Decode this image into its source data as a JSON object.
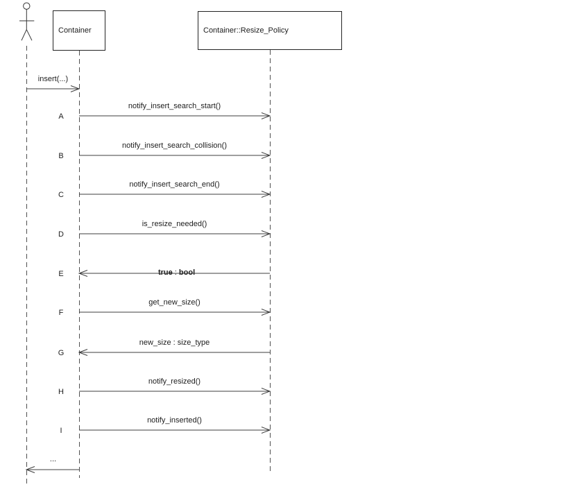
{
  "diagram_type": "uml-sequence",
  "colors": {
    "line": "#3c3c3c",
    "lifeline": "#4f4f4f",
    "text": "#1c1c1c",
    "background": "#ffffff"
  },
  "participants": {
    "actor": {
      "icon": "actor-stick-figure-icon"
    },
    "container": {
      "label": "Container"
    },
    "resize_policy": {
      "label": "Container::Resize_Policy"
    }
  },
  "messages": [
    {
      "id": "",
      "label": "insert(...)",
      "from": "actor",
      "to": "container",
      "direction": "right"
    },
    {
      "id": "A",
      "label": "notify_insert_search_start()",
      "from": "container",
      "to": "resize_policy",
      "direction": "right"
    },
    {
      "id": "B",
      "label": "notify_insert_search_collision()",
      "from": "container",
      "to": "resize_policy",
      "direction": "right"
    },
    {
      "id": "C",
      "label": "notify_insert_search_end()",
      "from": "container",
      "to": "resize_policy",
      "direction": "right"
    },
    {
      "id": "D",
      "label": "is_resize_needed()",
      "from": "container",
      "to": "resize_policy",
      "direction": "right"
    },
    {
      "id": "E",
      "parts": {
        "value": "true",
        "sep": " : ",
        "type": "bool"
      },
      "from": "resize_policy",
      "to": "container",
      "direction": "left"
    },
    {
      "id": "F",
      "label": "get_new_size()",
      "from": "container",
      "to": "resize_policy",
      "direction": "right"
    },
    {
      "id": "G",
      "label": "new_size : size_type",
      "from": "resize_policy",
      "to": "container",
      "direction": "left"
    },
    {
      "id": "H",
      "label": "notify_resized()",
      "from": "container",
      "to": "resize_policy",
      "direction": "right"
    },
    {
      "id": "I",
      "label": "notify_inserted()",
      "from": "container",
      "to": "resize_policy",
      "direction": "right"
    },
    {
      "id": "",
      "label": "...",
      "from": "container",
      "to": "actor",
      "direction": "left"
    }
  ]
}
